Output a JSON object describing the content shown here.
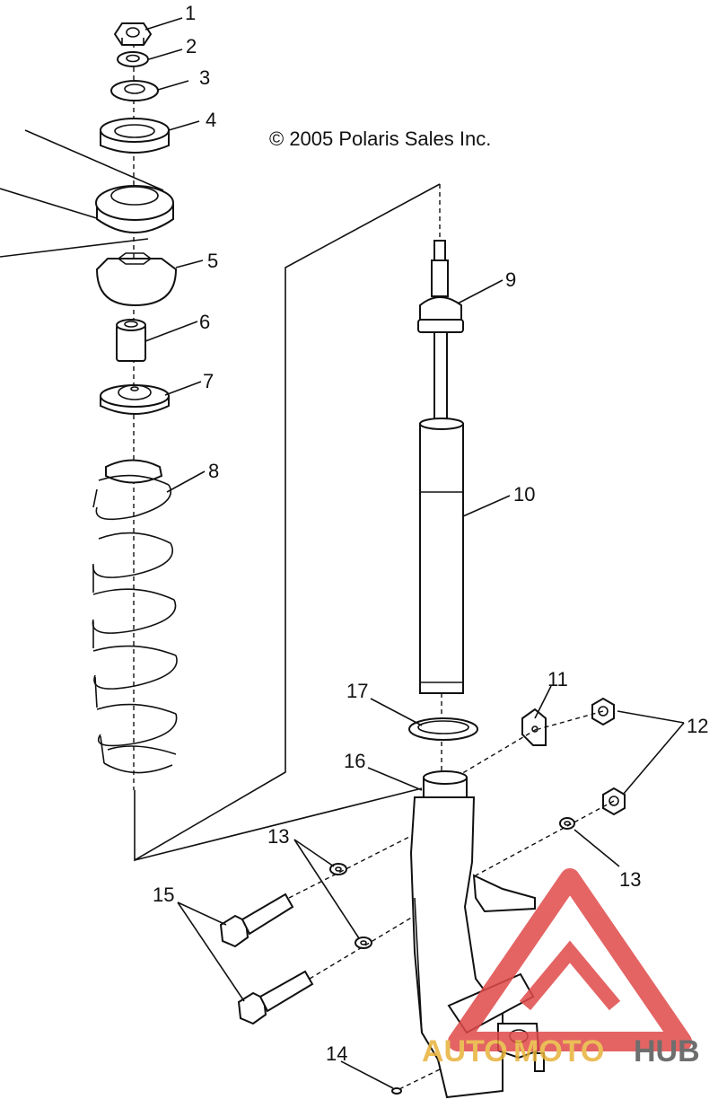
{
  "diagram": {
    "copyright": "© 2005 Polaris Sales Inc.",
    "callouts": [
      "1",
      "2",
      "3",
      "4",
      "5",
      "6",
      "7",
      "8",
      "9",
      "10",
      "11",
      "12",
      "13",
      "13",
      "14",
      "15",
      "16",
      "17"
    ]
  },
  "watermark": {
    "auto_text": "AUTO",
    "moto_text": "MOTO",
    "hub_text": "HUB",
    "colors": {
      "triangle": "#e04a4a",
      "auto": "#e8b23a",
      "moto": "#e8b23a",
      "hub": "#555555"
    }
  }
}
